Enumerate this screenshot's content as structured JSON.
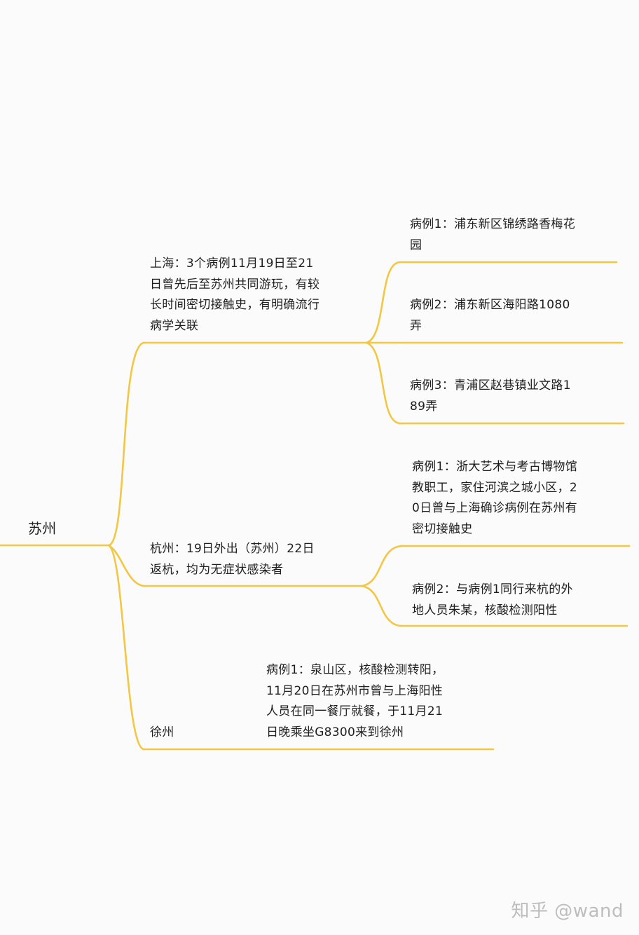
{
  "colors": {
    "branch_line": "#f2c744",
    "text": "#1e1e1e",
    "background": "#fbfbfb",
    "watermark": "#bdbdbd"
  },
  "root": {
    "label": "苏州"
  },
  "branches": {
    "shanghai": {
      "label": "上海：3个病例11月19日至21日曾先后至苏州共同游玩，有较长时间密切接触史，有明确流行病学关联",
      "cases": [
        "病例1：浦东新区锦绣路香梅花园",
        "病例2：浦东新区海阳路1080弄",
        "病例3：青浦区赵巷镇业文路189弄"
      ]
    },
    "hangzhou": {
      "label": "杭州：19日外出（苏州）22日返杭，均为无症状感染者",
      "cases": [
        "病例1：浙大艺术与考古博物馆教职工，家住河滨之城小区，20日曾与上海确诊病例在苏州有密切接触史",
        "病例2：与病例1同行来杭的外地人员朱某，核酸检测阳性"
      ]
    },
    "xuzhou": {
      "label": "徐州",
      "cases": [
        "病例1：泉山区，核酸检测转阳，11月20日在苏州市曾与上海阳性人员在同一餐厅就餐，于11月21日晚乘坐G8300来到徐州"
      ]
    }
  },
  "watermark": "知乎 @wand"
}
